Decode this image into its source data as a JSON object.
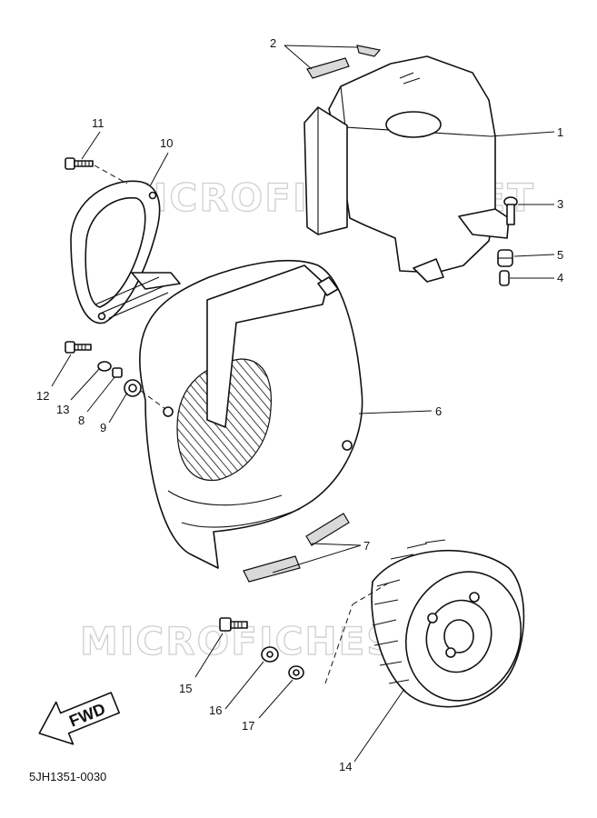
{
  "diagram": {
    "code": "5JH1351-0030",
    "direction_label": "FWD",
    "watermark": "MICROFICHES.NET",
    "callouts": [
      "1",
      "2",
      "3",
      "4",
      "5",
      "6",
      "7",
      "8",
      "9",
      "10",
      "11",
      "12",
      "13",
      "14",
      "15",
      "16",
      "17"
    ]
  },
  "colors": {
    "ink": "#111111",
    "paper": "#ffffff",
    "watermark": "#cfcfcf"
  },
  "icons": {
    "direction": "fwd-arrow-icon"
  }
}
